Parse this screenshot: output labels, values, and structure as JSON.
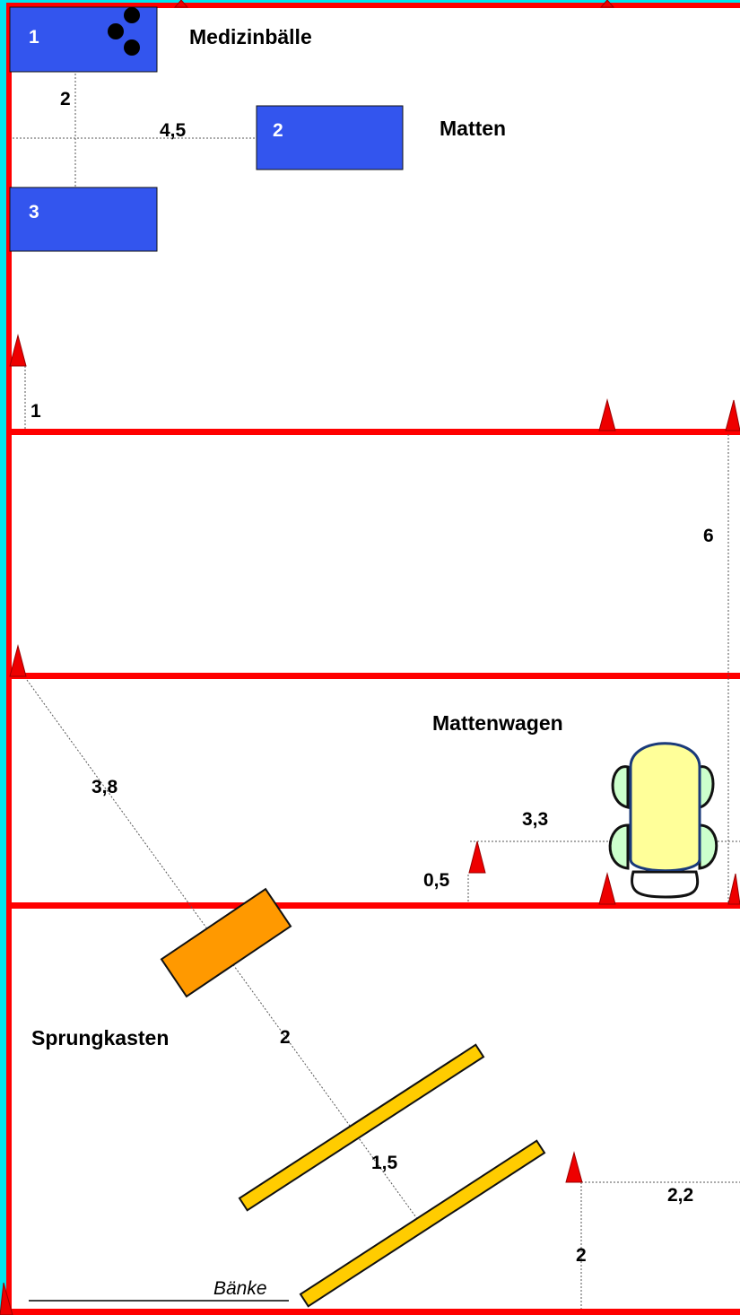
{
  "colors": {
    "hall_border": "#00e5ee",
    "court_lines": "#ff0000",
    "mats": "#3355ee",
    "vault_box": "#ff9900",
    "benches": "#ffcc00",
    "cones": "#ee0000",
    "mat_cart_body": "#ffff99",
    "mat_cart_wheels": "#ccffcc"
  },
  "labels": {
    "medizinbaelle": "Medizinbälle",
    "matten": "Matten",
    "mattenwagen": "Mattenwagen",
    "sprungkasten": "Sprungkasten",
    "baenke": "Bänke"
  },
  "mats": [
    {
      "number": "1"
    },
    {
      "number": "2"
    },
    {
      "number": "3"
    }
  ],
  "distances": {
    "mat1_mat3": "2",
    "wall_mat2": "4,5",
    "cone_left_line": "1",
    "right_line_gap": "6",
    "cone_to_vault": "3,8",
    "cart_offset": "3,3",
    "cone_offset": "0,5",
    "vault_to_bench": "2",
    "bench_gap": "1,5",
    "cone_right": "2,2",
    "cone_bottom": "2"
  },
  "icons": {
    "medicine_balls": "three-black-balls-icon",
    "cone": "red-triangle-cone-icon",
    "mat_cart": "mat-cart-icon"
  }
}
